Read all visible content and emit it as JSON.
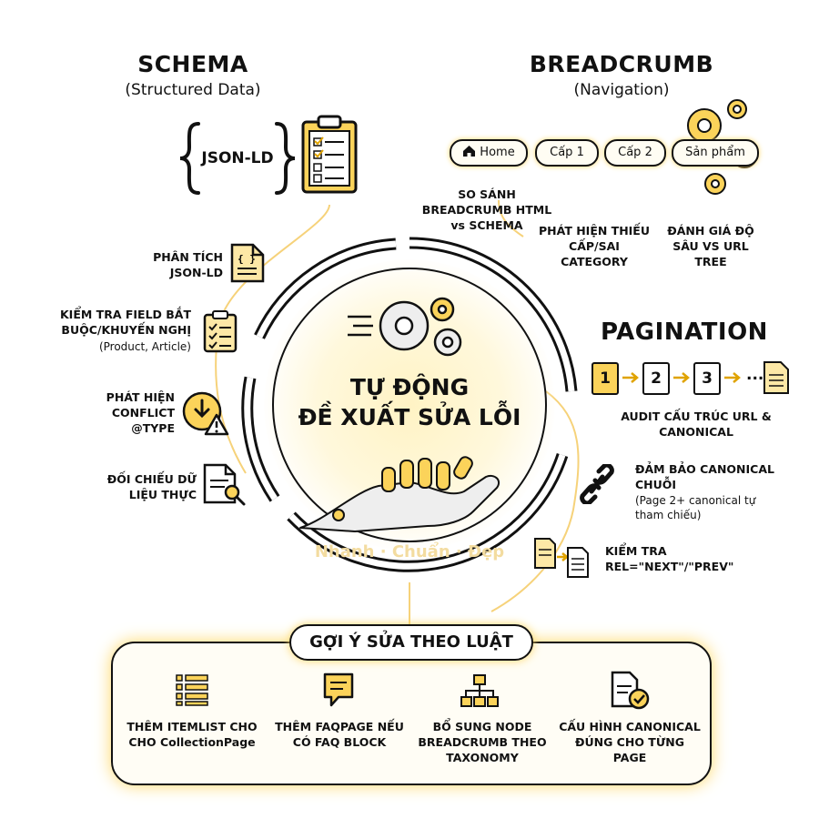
{
  "schema": {
    "title": "SCHEMA",
    "subtitle": "(Structured Data)",
    "json_ld": "JSON-LD",
    "items": [
      {
        "label": "PHÂN TÍCH JSON-LD",
        "icon": "code-file-icon"
      },
      {
        "label": "KIỂM TRA FIELD BẮT BUỘC/KHUYẾN NGHỊ",
        "note": "(Product, Article)",
        "icon": "checklist-icon"
      },
      {
        "label": "PHÁT HIỆN CONFLICT @TYPE",
        "icon": "conflict-warning-icon"
      },
      {
        "label": "ĐỐI CHIẾU DỮ LIỆU THỰC",
        "icon": "document-search-icon"
      }
    ]
  },
  "breadcrumb": {
    "title": "BREADCRUMB",
    "subtitle": "(Navigation)",
    "crumbs": [
      "Home",
      "Cấp 1",
      "Cấp 2",
      "Sản phẩm"
    ],
    "items": [
      {
        "label": "SO SÁNH BREADCRUMB HTML vs SCHEMA"
      },
      {
        "label": "PHÁT HIỆN THIẾU CẤP/SAI CATEGORY"
      },
      {
        "label": "ĐÁNH GIÁ ĐỘ SÂU VS URL TREE"
      }
    ]
  },
  "pagination": {
    "title": "PAGINATION",
    "pages": [
      "1",
      "2",
      "3",
      "..."
    ],
    "items": [
      {
        "label": "AUDIT CẤU TRÚC URL & CANONICAL"
      },
      {
        "label": "ĐẢM BẢO CANONICAL CHUỖI",
        "note": "(Page 2+ canonical tự tham chiếu)",
        "icon": "chain-link-icon"
      },
      {
        "label": "KIỂM TRA REL=\"NEXT\"/\"PREV\"",
        "icon": "page-flow-icon"
      }
    ]
  },
  "center": {
    "title_line1": "TỰ ĐỘNG",
    "title_line2": "ĐỀ XUẤT SỬA LỖI",
    "watermark": "Nhanh · Chuẩn · Đẹp"
  },
  "rules": {
    "title": "GỢI Ý SỬA THEO LUẬT",
    "items": [
      {
        "label": "THÊM ITEMLIST CHO CHO CollectionPage",
        "icon": "list-icon"
      },
      {
        "label": "THÊM FAQPAGE NẾU CÓ FAQ BLOCK",
        "icon": "chat-bubble-icon"
      },
      {
        "label": "BỔ SUNG NODE BREADCRUMB THEO TAXONOMY",
        "icon": "hierarchy-icon"
      },
      {
        "label": "CẤU HÌNH CANONICAL ĐÚNG CHO TỪNG PAGE",
        "icon": "verified-file-icon"
      }
    ]
  },
  "colors": {
    "accent": "#fbd35a",
    "accent_light": "#fde8a6",
    "outline": "#111111"
  }
}
